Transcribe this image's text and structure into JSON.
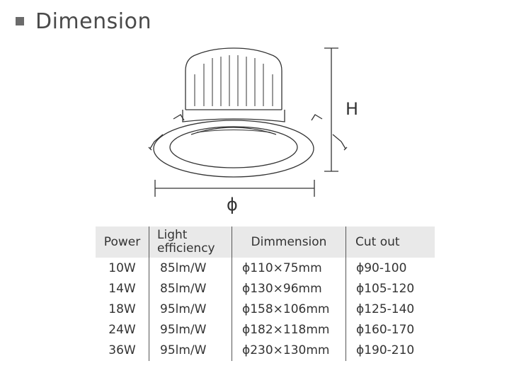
{
  "section": {
    "title": "Dimension"
  },
  "drawing": {
    "height_label": "H",
    "diameter_label": "ϕ"
  },
  "table": {
    "headers": [
      "Power",
      "Light efficiency",
      "Dimmension",
      "Cut out"
    ],
    "rows": [
      [
        "10W",
        "85lm/W",
        "ϕ110×75mm",
        "ϕ90-100"
      ],
      [
        "14W",
        "85lm/W",
        "ϕ130×96mm",
        "ϕ105-120"
      ],
      [
        "18W",
        "95lm/W",
        "ϕ158×106mm",
        "ϕ125-140"
      ],
      [
        "24W",
        "95lm/W",
        "ϕ182×118mm",
        "ϕ160-170"
      ],
      [
        "36W",
        "95lm/W",
        "ϕ230×130mm",
        "ϕ190-210"
      ]
    ]
  },
  "colors": {
    "header_bg": "#e9e9e9",
    "square": "#6b6b6b",
    "line": "#333333"
  }
}
